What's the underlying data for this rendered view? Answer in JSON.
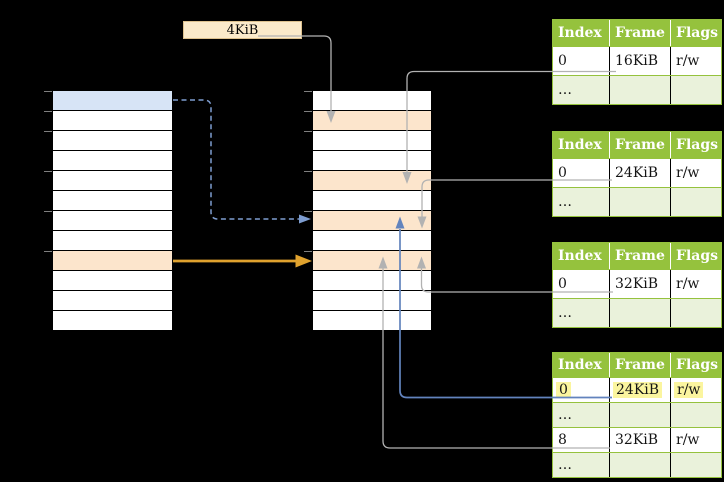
{
  "figure": {
    "page_size_label": "4KiB",
    "colors": {
      "canvas_bg": "#000000",
      "row_white": "#ffffff",
      "row_blue": "#d7e4f6",
      "row_orange": "#fce5cc",
      "row_border": "#000000",
      "tick_gray": "#7f7f7f",
      "table_green": "#95c23d",
      "table_row_light_green": "#eaf2db",
      "table_header_text": "#ffffff",
      "table_body_text": "#141414",
      "highlight_yellow": "#fbf59f",
      "label_box_fill": "#fbeaca",
      "label_box_border": "#ddc18e",
      "connector_gray": "#b2b2b2",
      "connector_blue": "#6283bd",
      "connector_blue_dashed": "#7e9dd0",
      "connector_orange": "#e0a22e"
    },
    "memory_columns": [
      {
        "name": "left-memory-column",
        "row_variants": [
          "blue",
          "white",
          "white",
          "white",
          "white",
          "white",
          "white",
          "white",
          "orange",
          "white",
          "white",
          "white"
        ],
        "tick_boundaries": [
          0,
          1,
          2,
          4,
          6,
          8
        ]
      },
      {
        "name": "middle-memory-column",
        "row_variants": [
          "white",
          "orange",
          "white",
          "white",
          "orange",
          "white",
          "orange",
          "white",
          "orange",
          "white",
          "white",
          "white"
        ],
        "tick_boundaries": [
          0,
          1,
          2,
          4,
          6,
          8
        ]
      }
    ],
    "page_tables": [
      {
        "name": "page-table-16kib",
        "headers": [
          "Index",
          "Frame",
          "Flags"
        ],
        "rows": [
          {
            "cells": [
              "0",
              "16KiB",
              "r/w"
            ],
            "variant": "white",
            "highlight": false
          },
          {
            "cells": [
              "…",
              "",
              ""
            ],
            "variant": "green",
            "highlight": false
          }
        ]
      },
      {
        "name": "page-table-24kib",
        "headers": [
          "Index",
          "Frame",
          "Flags"
        ],
        "rows": [
          {
            "cells": [
              "0",
              "24KiB",
              "r/w"
            ],
            "variant": "white",
            "highlight": false
          },
          {
            "cells": [
              "…",
              "",
              ""
            ],
            "variant": "green",
            "highlight": false
          }
        ]
      },
      {
        "name": "page-table-32kib",
        "headers": [
          "Index",
          "Frame",
          "Flags"
        ],
        "rows": [
          {
            "cells": [
              "0",
              "32KiB",
              "r/w"
            ],
            "variant": "white",
            "highlight": false
          },
          {
            "cells": [
              "…",
              "",
              ""
            ],
            "variant": "green",
            "highlight": false
          }
        ]
      },
      {
        "name": "page-table-level2",
        "headers": [
          "Index",
          "Frame",
          "Flags"
        ],
        "rows": [
          {
            "cells": [
              "0",
              "24KiB",
              "r/w"
            ],
            "variant": "white",
            "highlight": true
          },
          {
            "cells": [
              "…",
              "",
              ""
            ],
            "variant": "green",
            "highlight": false
          },
          {
            "cells": [
              "8",
              "32KiB",
              "r/w"
            ],
            "variant": "white",
            "highlight": false
          },
          {
            "cells": [
              "…",
              "",
              ""
            ],
            "variant": "green",
            "highlight": false
          }
        ]
      }
    ]
  }
}
